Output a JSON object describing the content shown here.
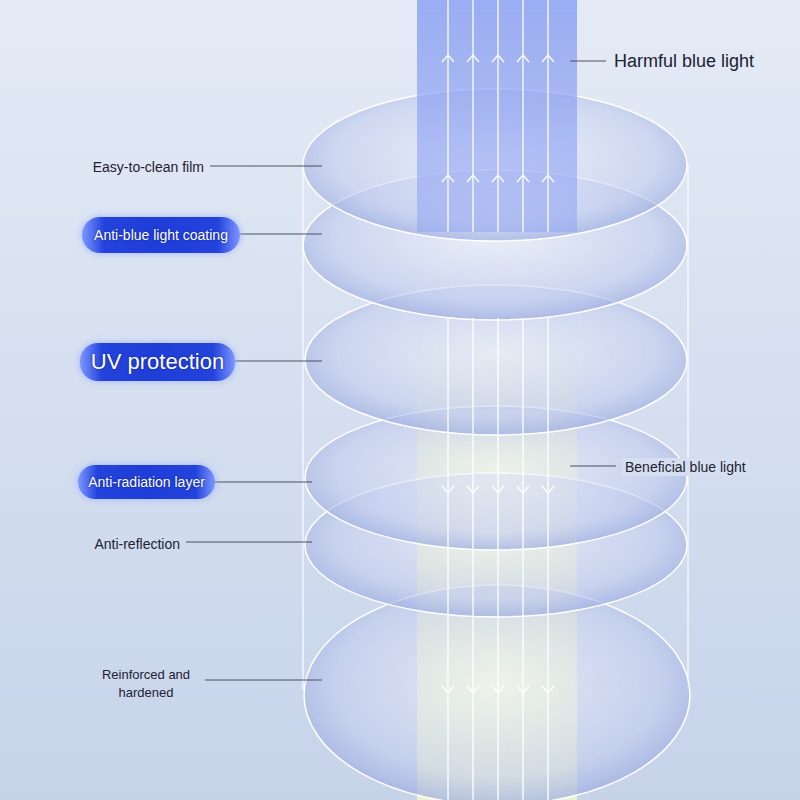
{
  "diagram": {
    "nodes": [
      {
        "text": [
          "Anti-blue light coating"
        ]
      },
      {
        "text": [
          "UV protection"
        ]
      },
      {
        "text": [
          "Anti-radiation layer"
        ]
      }
    ],
    "labels": [
      "Harmful blue light",
      "Easy-to-clean film",
      "Beneficial blue light",
      "Anti-reflection",
      "Reinforced and hardened"
    ]
  }
}
